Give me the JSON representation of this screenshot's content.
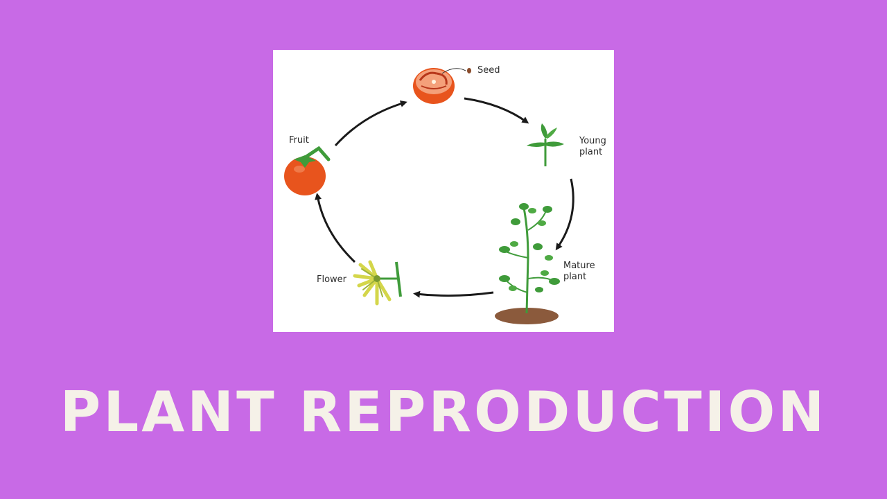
{
  "background_color": "#c86ae6",
  "diagram": {
    "stages": [
      {
        "id": "seed",
        "label": "Seed",
        "icon": "tomato-half-seed-icon"
      },
      {
        "id": "young",
        "label": "Young\nplant",
        "icon": "young-plant-icon"
      },
      {
        "id": "mature",
        "label": "Mature\nplant",
        "icon": "mature-plant-icon"
      },
      {
        "id": "flower",
        "label": "Flower",
        "icon": "flower-icon"
      },
      {
        "id": "fruit",
        "label": "Fruit",
        "icon": "tomato-fruit-icon"
      }
    ],
    "cycle": [
      "seed",
      "young",
      "mature",
      "flower",
      "fruit",
      "seed"
    ],
    "arrow_color": "#1a1a1a",
    "fruit_color": "#e8541d",
    "leaf_color": "#3f9b3a"
  },
  "title": "PLANT REPRODUCTION"
}
